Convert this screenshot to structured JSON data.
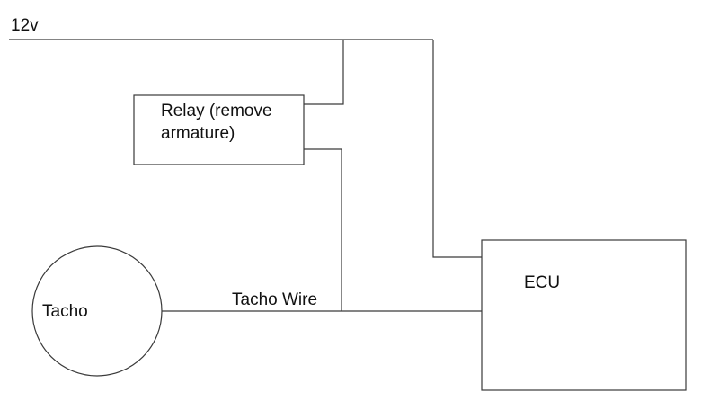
{
  "supply_label": "12v",
  "relay": {
    "label_lines": [
      "Relay (remove",
      "armature)"
    ]
  },
  "tacho": {
    "label": "Tacho"
  },
  "tacho_wire_label": "Tacho Wire",
  "ecu": {
    "label": "ECU"
  }
}
